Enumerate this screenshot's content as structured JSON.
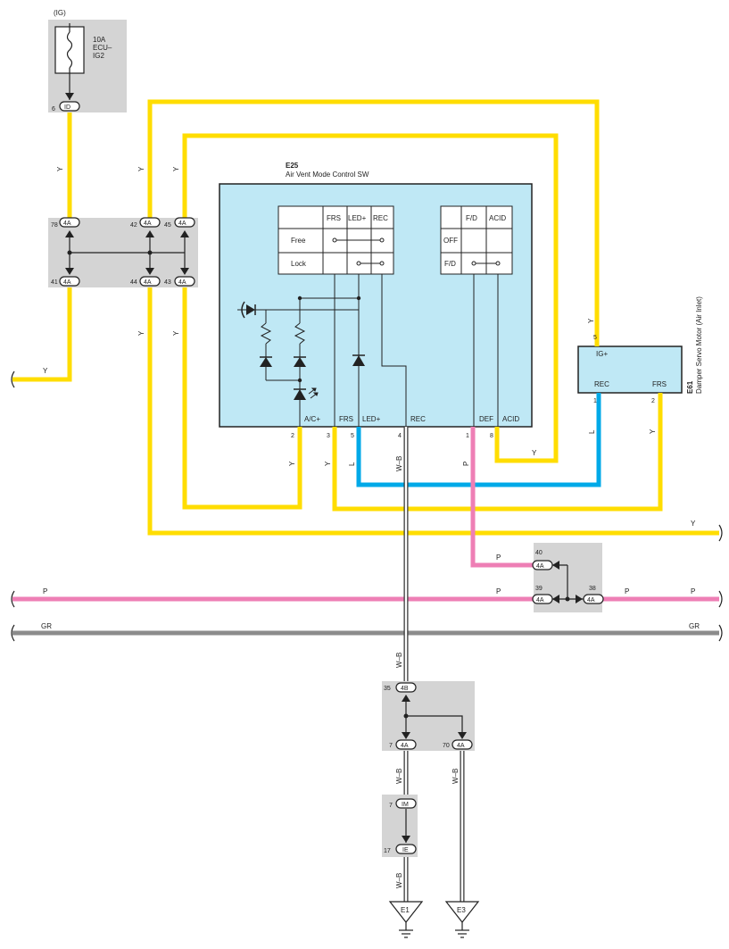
{
  "fuse": {
    "supply": "(IG)",
    "rating": "10A",
    "name_line1": "ECU–",
    "name_line2": "IG2",
    "pin": "6",
    "connector": "ID"
  },
  "junction_left": {
    "pins_top": [
      {
        "pin": "78",
        "connector": "4A"
      },
      {
        "pin": "42",
        "connector": "4A"
      },
      {
        "pin": "45",
        "connector": "4A"
      }
    ],
    "pins_bottom": [
      {
        "pin": "41",
        "connector": "4A"
      },
      {
        "pin": "44",
        "connector": "4A"
      },
      {
        "pin": "43",
        "connector": "4A"
      }
    ]
  },
  "e25": {
    "code": "E25",
    "name": "Air Vent Mode Control SW",
    "table1": {
      "headers": [
        "FRS",
        "LED+",
        "REC"
      ],
      "rows": [
        "Free",
        "Lock"
      ]
    },
    "table2": {
      "headers": [
        "F/D",
        "ACID"
      ],
      "rows": [
        "OFF",
        "F/D"
      ]
    },
    "terminals": [
      {
        "label": "A/C+",
        "pin": "2"
      },
      {
        "label": "FRS",
        "pin": "3"
      },
      {
        "label": "LED+",
        "pin": "5"
      },
      {
        "label": "REC",
        "pin": "4"
      },
      {
        "label": "DEF",
        "pin": "1"
      },
      {
        "label": "ACID",
        "pin": "8"
      }
    ]
  },
  "e61": {
    "code": "E61",
    "name": "Damper Servo Motor (Air Inlet)",
    "pin_top": "5",
    "label_top": "IG+",
    "label_rec": "REC",
    "label_frs": "FRS",
    "pin_rec": "1",
    "pin_frs": "2"
  },
  "wire_labels": {
    "Y": "Y",
    "L": "L",
    "P": "P",
    "GR": "GR",
    "WB": "W–B"
  },
  "junction_right": {
    "top": {
      "pin": "40",
      "connector": "4A"
    },
    "left": {
      "pin": "39",
      "connector": "4A"
    },
    "right": {
      "pin": "38",
      "connector": "4A"
    }
  },
  "junction_ground1": {
    "top": {
      "pin": "35",
      "connector": "4B"
    },
    "left": {
      "pin": "7",
      "connector": "4A"
    },
    "right": {
      "pin": "70",
      "connector": "4A"
    }
  },
  "junction_ground2": {
    "top": {
      "pin": "7",
      "connector": "IM"
    },
    "bottom": {
      "pin": "17",
      "connector": "IE"
    }
  },
  "grounds": [
    "E1",
    "E3"
  ],
  "colors": {
    "yellow": "#ffdd00",
    "pink": "#ee7fb5",
    "blue": "#00a9e8",
    "gray": "#8c8c8c",
    "box": "#bfe8f5",
    "junction": "#d4d4d4"
  }
}
